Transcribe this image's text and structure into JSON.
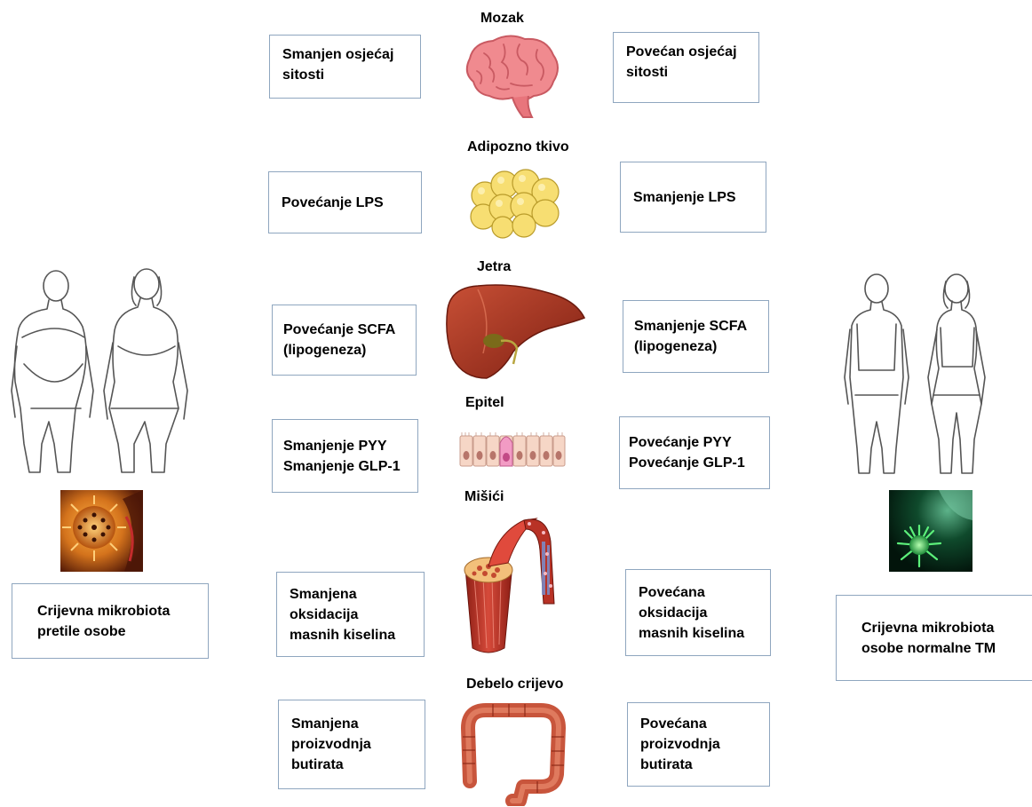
{
  "organs": {
    "brain": "Mozak",
    "adipose": "Adipozno tkivo",
    "liver": "Jetra",
    "epithelium": "Epitel",
    "muscle": "Mišići",
    "colon": "Debelo crijevo"
  },
  "left_boxes": {
    "brain": [
      "Smanjen osjećaj",
      "sitosti"
    ],
    "adipose": [
      "Povećanje LPS"
    ],
    "liver": [
      "Povećanje SCFA",
      "(lipogeneza)"
    ],
    "epithelium": [
      "Smanjenje PYY",
      "Smanjenje GLP-1"
    ],
    "muscle": [
      "Smanjena",
      "oksidacija",
      "masnih kiselina"
    ],
    "colon": [
      "Smanjena",
      "proizvodnja",
      "butirata"
    ]
  },
  "right_boxes": {
    "brain": [
      "Povećan osjećaj",
      "sitosti"
    ],
    "adipose": [
      "Smanjenje LPS"
    ],
    "liver": [
      "Smanjenje SCFA",
      "(lipogeneza)"
    ],
    "epithelium": [
      "Povećanje PYY",
      "Povećanje GLP-1"
    ],
    "muscle": [
      "Povećana",
      "oksidacija",
      "masnih kiselina"
    ],
    "colon": [
      "Povećana",
      "proizvodnja",
      "butirata"
    ]
  },
  "side_labels": {
    "obese": [
      "Crijevna mikrobiota",
      "pretile osobe"
    ],
    "normal": [
      "Crijevna mikrobiota",
      "osobe normalne TM"
    ]
  },
  "icons": {
    "obese_people": "obese-people-icon",
    "normal_people": "normal-weight-people-icon",
    "brain": "brain-icon",
    "adipose": "adipose-tissue-icon",
    "liver": "liver-icon",
    "epithelium": "epithelium-icon",
    "muscle": "muscle-icon",
    "colon": "colon-icon",
    "obese_bacteria": "orange-bacteria-icon",
    "normal_bacteria": "green-bacteria-icon"
  },
  "colors": {
    "box_border": "#8fa6bf",
    "brain": "#f08a8f",
    "fat": "#f7de72",
    "liver": "#a8321f",
    "colon": "#c8553c",
    "muscle": "#c0392b",
    "obese_bacteria": "#d4731c",
    "normal_bacteria": "#3fc85a"
  }
}
